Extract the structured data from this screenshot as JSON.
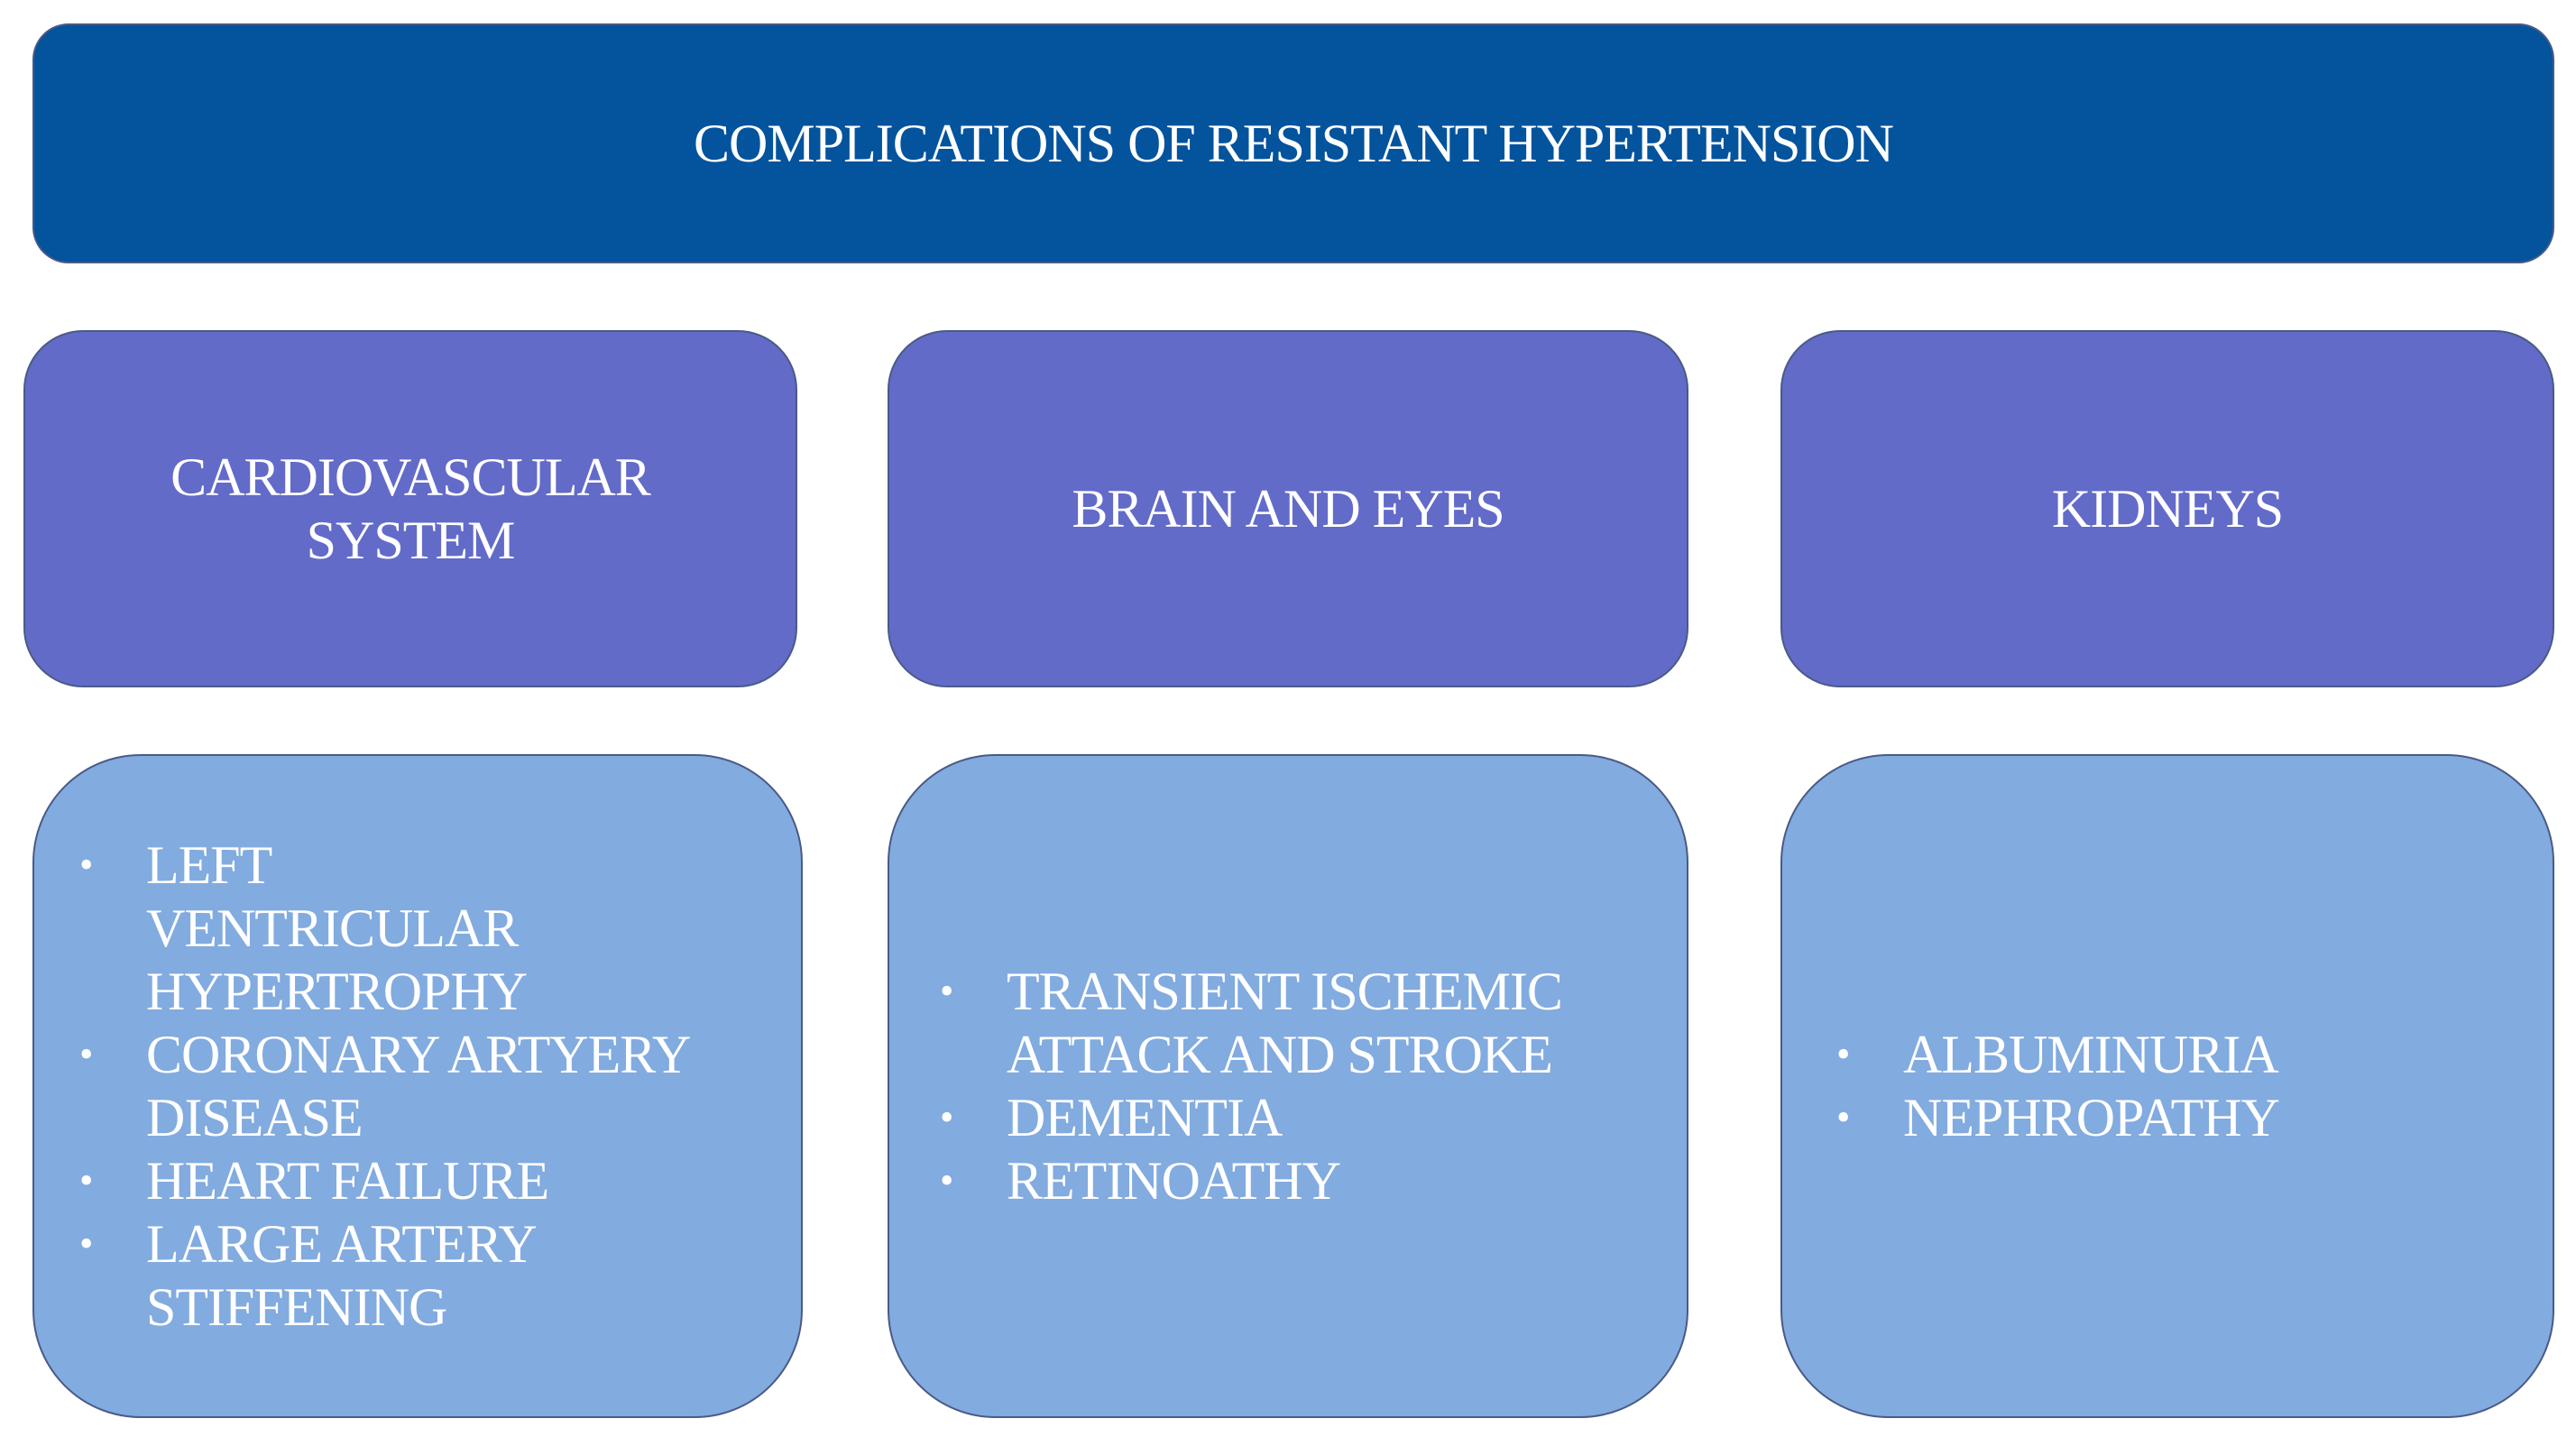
{
  "title": "COMPLICATIONS OF RESISTANT HYPERTENSION",
  "columns": [
    {
      "heading": "CARDIOVASCULAR\nSYSTEM",
      "items": [
        "LEFT VENTRICULAR HYPERTROPHY",
        "CORONARY ARTYERY DISEASE",
        "HEART FAILURE",
        "LARGE ARTERY STIFFENING"
      ]
    },
    {
      "heading": "BRAIN AND EYES",
      "items": [
        "TRANSIENT ISCHEMIC ATTACK AND STROKE",
        "DEMENTIA",
        "RETINOATHY"
      ]
    },
    {
      "heading": "KIDNEYS",
      "items": [
        "ALBUMINURIA",
        "NEPHROPATHY"
      ]
    }
  ],
  "colors": {
    "title_fill": "#03539d",
    "heading_fill": "#626bc8",
    "content_fill": "#82abdf",
    "text": "#ffffff"
  }
}
